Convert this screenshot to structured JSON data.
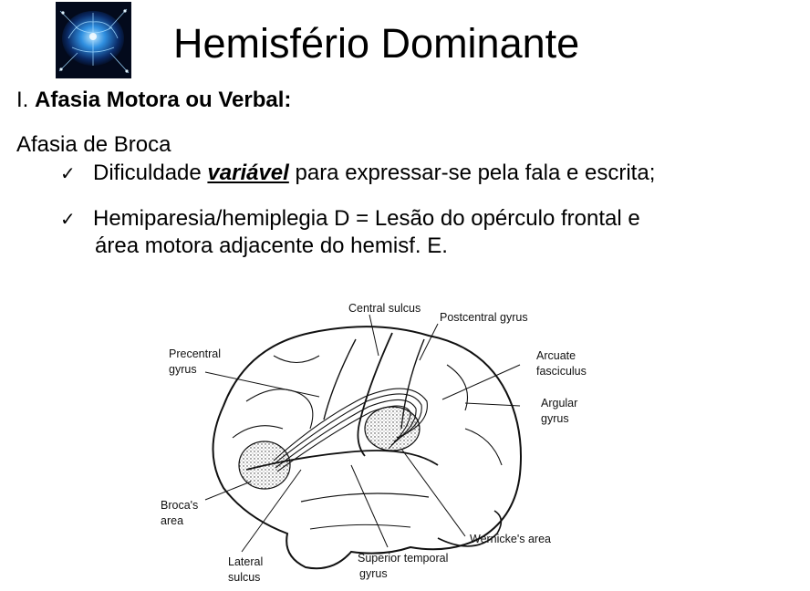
{
  "title": "Hemisfério Dominante",
  "section": {
    "number": "I.",
    "heading": "Afasia Motora ou Verbal:"
  },
  "subtitle": "Afasia de Broca",
  "bullets": {
    "b1": {
      "before": "Dificuldade ",
      "emphasis": "variável",
      "after": " para expressar-se pela fala e escrita;"
    },
    "b2": {
      "line1": "Hemiparesia/hemiplegia D = Lesão do opérculo frontal e",
      "line2": "área motora adjacente do hemisf. E."
    }
  },
  "diagram": {
    "labels": {
      "central_sulcus": "Central sulcus",
      "postcentral_gyrus": "Postcentral gyrus",
      "precentral_1": "Precentral",
      "precentral_2": "gyrus",
      "arcuate_1": "Arcuate",
      "arcuate_2": "fasciculus",
      "angular_1": "Argular",
      "angular_2": "gyrus",
      "broca_1": "Broca's",
      "broca_2": "area",
      "wernicke": "Wernicke's area",
      "lateral_1": "Lateral",
      "lateral_2": "sulcus",
      "superior_1": "Superior temporal",
      "superior_2": "gyrus"
    }
  },
  "icons": {
    "logo": "glowing-brain-logo-icon",
    "check": "checkmark-icon"
  }
}
